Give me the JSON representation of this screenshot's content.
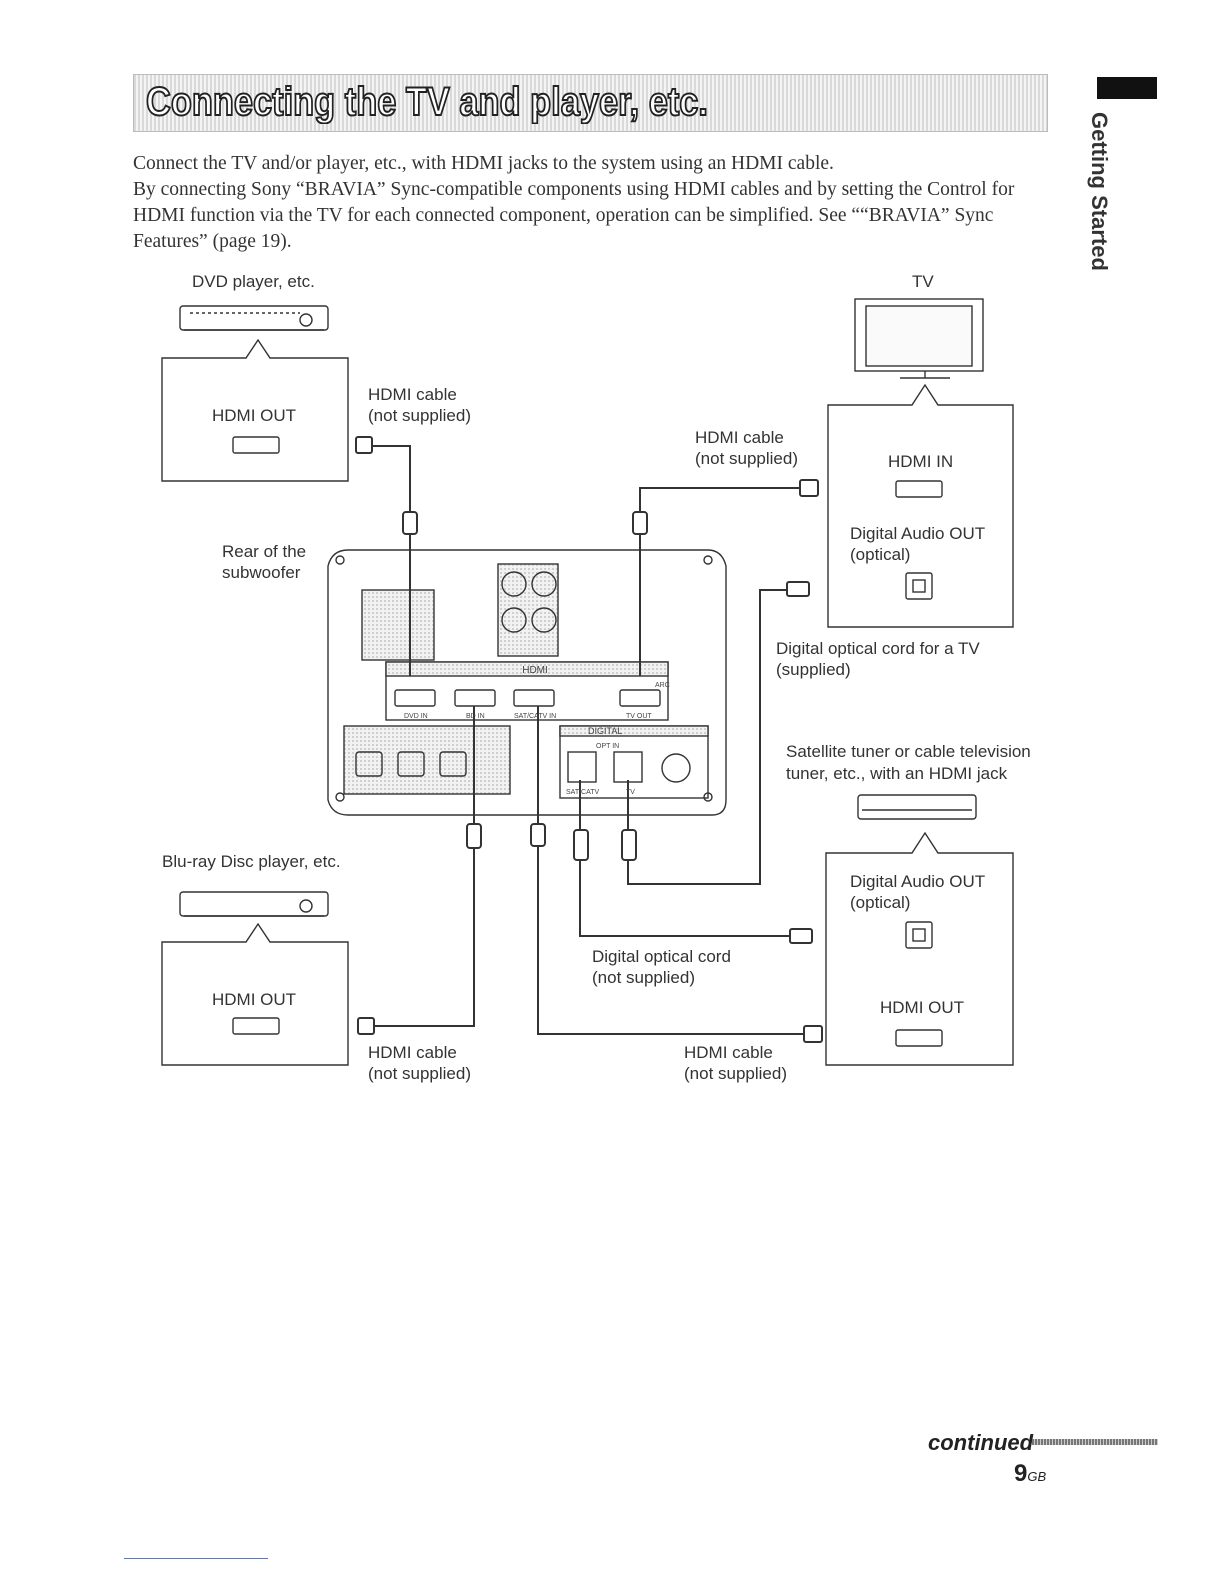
{
  "heading": "Connecting the TV and player, etc.",
  "intro": {
    "line1": "Connect the TV and/or player, etc., with HDMI jacks to the system using an HDMI cable.",
    "line2": "By connecting Sony “BRAVIA” Sync-compatible components using HDMI cables and by setting the Control for HDMI function via the TV for each connected component, operation can be simplified. See ““BRAVIA” Sync Features” (page 19)."
  },
  "side_tab": "Getting Started",
  "diagram": {
    "dvd_player": "DVD player, etc.",
    "dvd_port": "HDMI OUT",
    "tv": "TV",
    "tv_hdmi_in": "HDMI IN",
    "tv_audio_out_1": "Digital Audio OUT",
    "tv_audio_out_2": "(optical)",
    "hdmi_cable_1a": "HDMI cable",
    "hdmi_cable_1b": "(not supplied)",
    "hdmi_cable_2a": "HDMI cable",
    "hdmi_cable_2b": "(not supplied)",
    "rear_1": "Rear of the",
    "rear_2": "subwoofer",
    "tv_optical_1": "Digital optical cord for a TV",
    "tv_optical_2": "(supplied)",
    "sat_1": "Satellite tuner or cable television",
    "sat_2": "tuner, etc., with an HDMI jack",
    "sat_audio_1": "Digital Audio OUT",
    "sat_audio_2": "(optical)",
    "sat_hdmi_out": "HDMI OUT",
    "bluray": "Blu-ray Disc player, etc.",
    "bluray_port": "HDMI OUT",
    "optical_cord_1": "Digital optical cord",
    "optical_cord_2": "(not supplied)",
    "hdmi_cable_3a": "HDMI cable",
    "hdmi_cable_3b": "(not supplied)",
    "hdmi_cable_4a": "HDMI cable",
    "hdmi_cable_4b": "(not supplied)",
    "panel_hdmi": "HDMI",
    "panel_arc": "ARC",
    "panel_dvd_in": "DVD IN",
    "panel_bd_in": "BD IN",
    "panel_sat_in": "SAT/CATV IN",
    "panel_tv_out": "TV OUT",
    "panel_digital": "DIGITAL",
    "panel_opt_in": "OPT IN",
    "panel_sat": "SAT/CATV",
    "panel_tv": "TV"
  },
  "footer": {
    "continued": "continued",
    "page": "9",
    "page_suffix": "GB"
  }
}
